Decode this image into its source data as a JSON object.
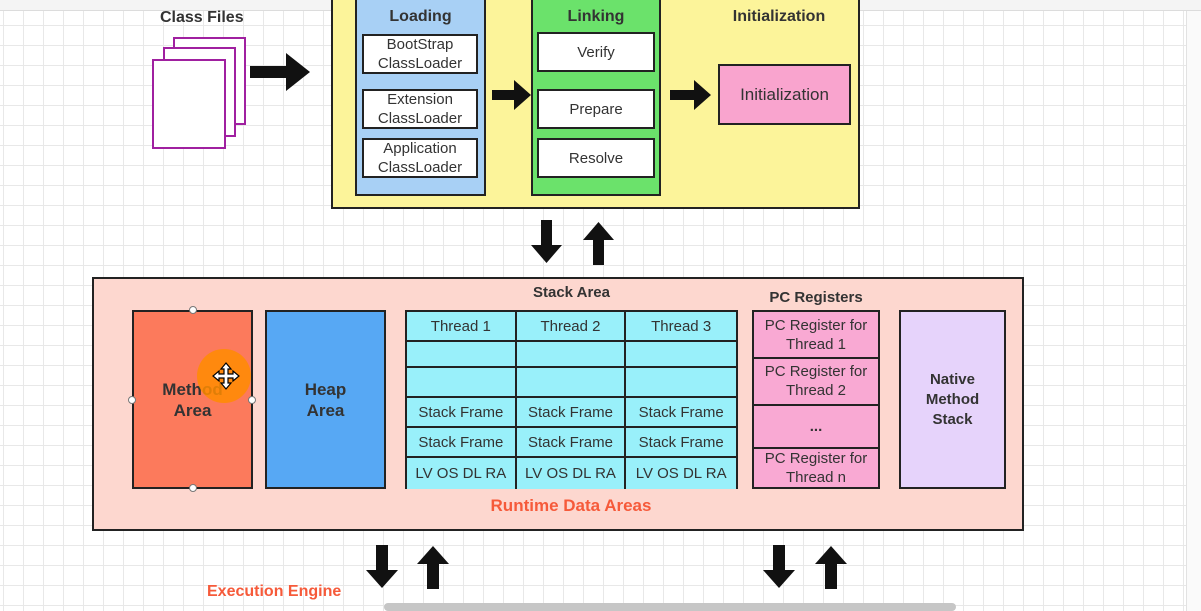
{
  "class_files": {
    "label": "Class Files"
  },
  "subsystem": {
    "loading": {
      "title": "Loading",
      "loaders": [
        "BootStrap\nClassLoader",
        "Extension\nClassLoader",
        "Application\nClassLoader"
      ]
    },
    "linking": {
      "title": "Linking",
      "steps": [
        "Verify",
        "Prepare",
        "Resolve"
      ]
    },
    "initialization": {
      "title": "Initialization",
      "step": "Initialization"
    }
  },
  "runtime": {
    "title": "Runtime Data Areas",
    "method_area": "Method\nArea",
    "heap_area": "Heap\nArea",
    "stack_area": {
      "title": "Stack Area",
      "threads": [
        "Thread 1",
        "Thread 2",
        "Thread 3"
      ],
      "frame_label": "Stack Frame",
      "frame_parts": "LV OS DL RA"
    },
    "pc_registers": {
      "title": "PC Registers",
      "cells": [
        "PC Register for\nThread 1",
        "PC Register for\nThread 2",
        "...",
        "PC Register for\nThread n"
      ]
    },
    "native_stack": "Native\nMethod\nStack"
  },
  "execution_engine": {
    "label": "Execution Engine"
  },
  "colors": {
    "doc_border": "#a020a0",
    "subsystem_bg": "#fcf49a",
    "loading_bg": "#a8d0f5",
    "linking_bg": "#6be26b",
    "init_bg": "#f9a4ce",
    "runtime_bg": "#fdd7cf",
    "method_area": "#fc7a5c",
    "heap_area": "#57a8f4",
    "stack_cell": "#99f0fa",
    "pc_cell": "#f9a9d3",
    "native_stack": "#e6d3fb",
    "accent_label": "#f65a3a"
  }
}
